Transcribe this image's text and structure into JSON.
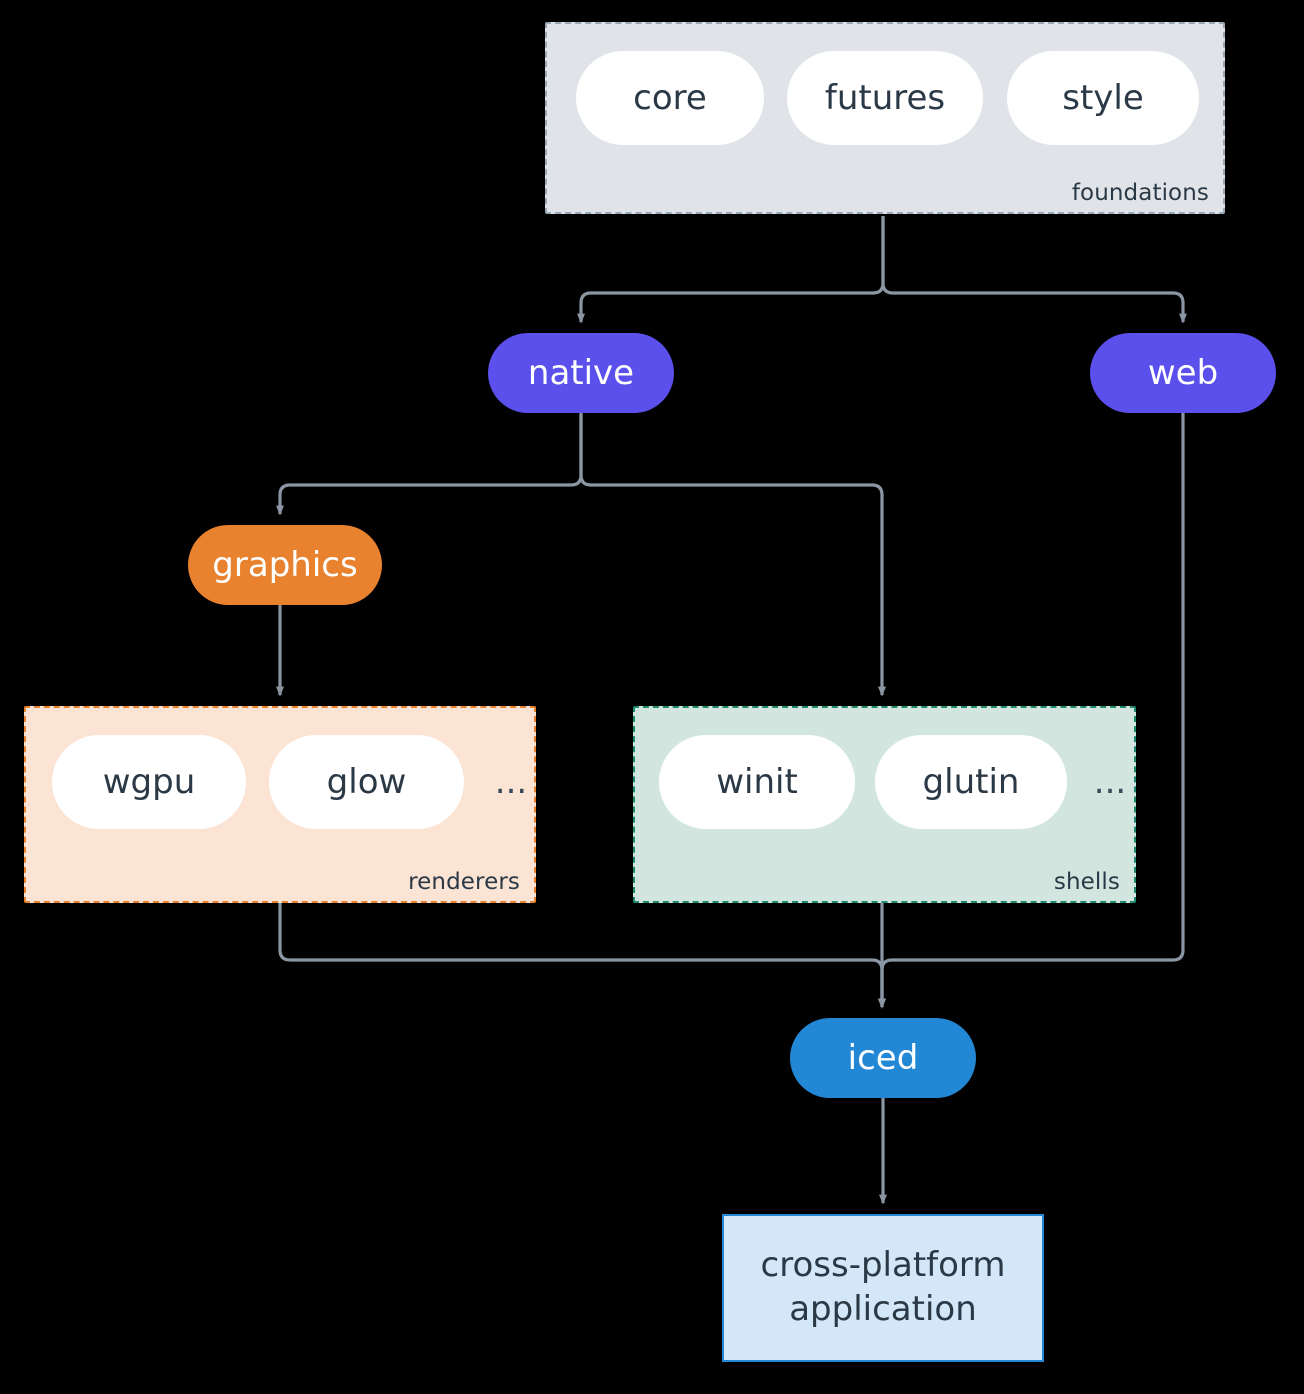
{
  "diagram": {
    "type": "flowchart",
    "direction": "top-down",
    "background": "#000000",
    "edge_color": "#8a96a3"
  },
  "clusters": [
    {
      "id": "foundations",
      "label": "foundations",
      "fill": "#e0e4e8",
      "border": "#9aa7b4",
      "border_style": "dashed",
      "items": [
        {
          "label": "core"
        },
        {
          "label": "futures"
        },
        {
          "label": "style"
        }
      ]
    },
    {
      "id": "renderers",
      "label": "renderers",
      "fill": "#fbe4d4",
      "border": "#e8822f",
      "border_style": "dashed",
      "items": [
        {
          "label": "wgpu"
        },
        {
          "label": "glow"
        }
      ],
      "ellipsis": "..."
    },
    {
      "id": "shells",
      "label": "shells",
      "fill": "#d3e5df",
      "border": "#1f8a70",
      "border_style": "dashed",
      "items": [
        {
          "label": "winit"
        },
        {
          "label": "glutin"
        }
      ],
      "ellipsis": "..."
    }
  ],
  "nodes": {
    "native": {
      "label": "native",
      "fill": "#5b50ec",
      "text": "#ffffff",
      "shape": "stadium"
    },
    "web": {
      "label": "web",
      "fill": "#5b50ec",
      "text": "#ffffff",
      "shape": "stadium"
    },
    "graphics": {
      "label": "graphics",
      "fill": "#e8822f",
      "text": "#ffffff",
      "shape": "stadium"
    },
    "iced": {
      "label": "iced",
      "fill": "#2288d6",
      "text": "#ffffff",
      "shape": "stadium"
    },
    "application": {
      "line1": "cross-platform",
      "line2": "application",
      "fill": "#d3e7f9",
      "border": "#2288d6",
      "text": "#2b3947",
      "shape": "rectangle"
    }
  },
  "edges": [
    {
      "from": "foundations",
      "to": "native"
    },
    {
      "from": "foundations",
      "to": "web"
    },
    {
      "from": "native",
      "to": "graphics"
    },
    {
      "from": "native",
      "to": "shells"
    },
    {
      "from": "graphics",
      "to": "renderers"
    },
    {
      "from": "renderers",
      "to": "iced"
    },
    {
      "from": "shells",
      "to": "iced"
    },
    {
      "from": "web",
      "to": "iced"
    },
    {
      "from": "iced",
      "to": "application"
    }
  ]
}
